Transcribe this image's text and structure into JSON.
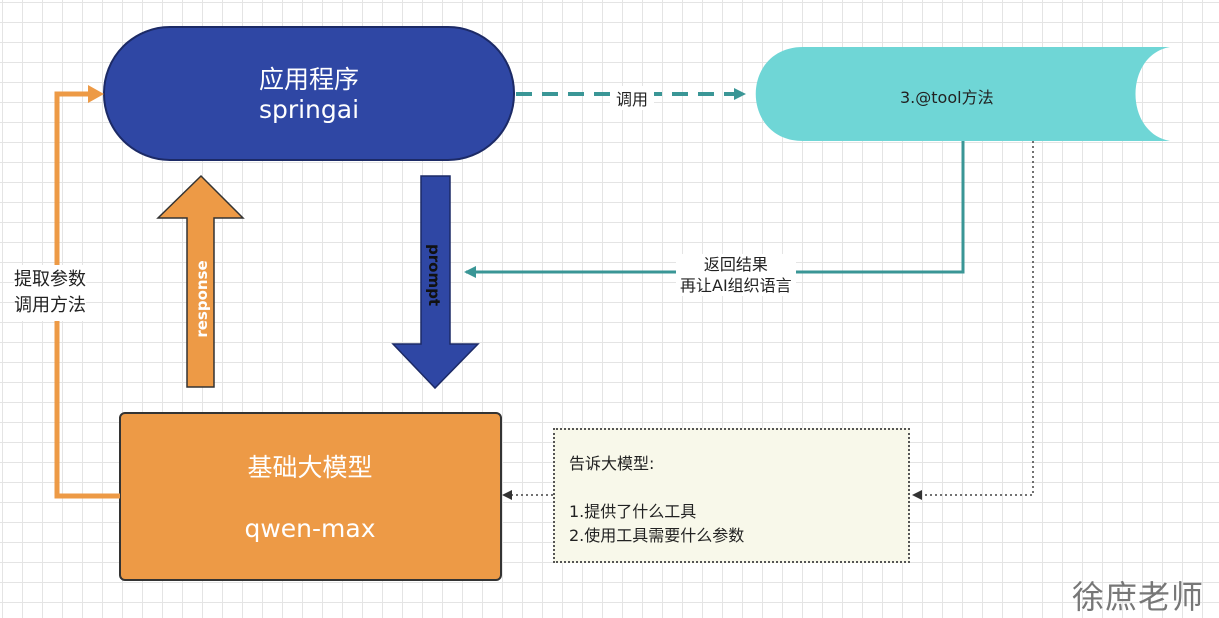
{
  "nodes": {
    "app": {
      "title": "应用程序",
      "subtitle": "springai",
      "color": "#2f47a4"
    },
    "tool": {
      "label": "3.@tool方法",
      "color": "#6fd6d6"
    },
    "model": {
      "title": "基础大模型",
      "subtitle": "qwen-max",
      "color": "#ed9a46"
    }
  },
  "arrows": {
    "call_label": "调用",
    "return_label_line1": "返回结果",
    "return_label_line2": "再让AI组织语言",
    "left_label_line1": "提取参数",
    "left_label_line2": "调用方法",
    "response_label": "response",
    "prompt_label": "prompt",
    "teal_color": "#3a9696",
    "orange_color": "#ed9a46",
    "blue_color": "#2f47a4"
  },
  "note": {
    "line1": "告诉大模型:",
    "line2": "1.提供了什么工具",
    "line3": "2.使用工具需要什么参数"
  },
  "watermark": "徐庶老师"
}
